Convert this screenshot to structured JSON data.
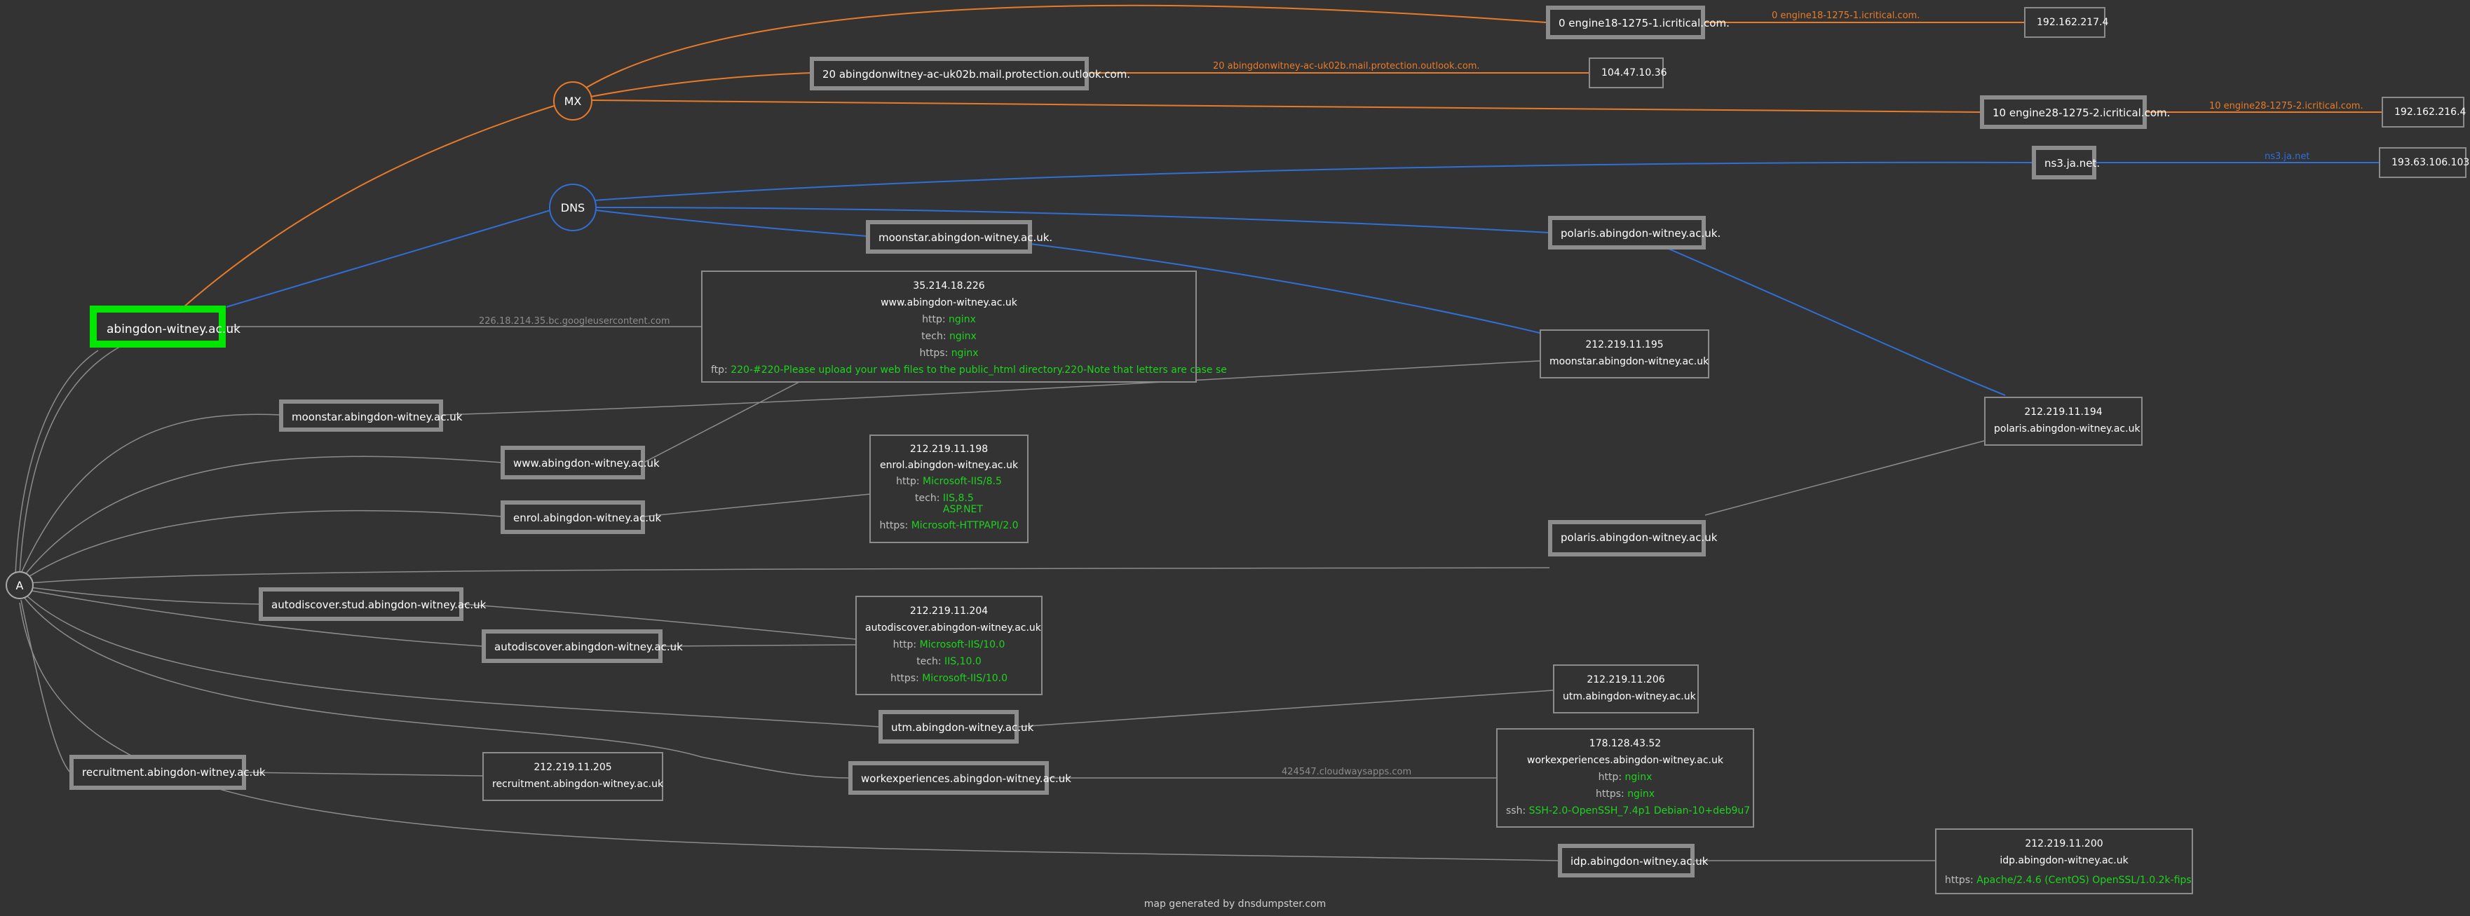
{
  "diagram": {
    "colors": {
      "background": "#333333",
      "mx_edge": "#e87b2a",
      "dns_edge": "#2f6fd6",
      "a_edge": "#8c8c8c",
      "root_border": "#00e600",
      "value_text": "#1ed31e"
    },
    "root": {
      "label": "abingdon-witney.ac.uk"
    },
    "record_types": {
      "mx": "MX",
      "dns": "DNS",
      "a": "A"
    },
    "mx_hosts": [
      {
        "label": "0 engine18-1275-1.icritical.com.",
        "ip": "192.162.217.4",
        "edge_label": "0 engine18-1275-1.icritical.com."
      },
      {
        "label": "20 abingdonwitney-ac-uk02b.mail.protection.outlook.com.",
        "ip": "104.47.10.36",
        "edge_label": "20 abingdonwitney-ac-uk02b.mail.protection.outlook.com."
      },
      {
        "label": "10 engine28-1275-2.icritical.com.",
        "ip": "192.162.216.4",
        "edge_label": "10 engine28-1275-2.icritical.com."
      }
    ],
    "dns_hosts": [
      {
        "label": "ns3.ja.net.",
        "ip": "193.63.106.103",
        "edge_label": "ns3.ja.net"
      },
      {
        "label": "moonstar.abingdon-witney.ac.uk."
      },
      {
        "label": "polaris.abingdon-witney.ac.uk."
      }
    ],
    "a_hosts": [
      {
        "label": "moonstar.abingdon-witney.ac.uk"
      },
      {
        "label": "www.abingdon-witney.ac.uk"
      },
      {
        "label": "enrol.abingdon-witney.ac.uk"
      },
      {
        "label": "polaris.abingdon-witney.ac.uk"
      },
      {
        "label": "autodiscover.stud.abingdon-witney.ac.uk"
      },
      {
        "label": "autodiscover.abingdon-witney.ac.uk"
      },
      {
        "label": "utm.abingdon-witney.ac.uk"
      },
      {
        "label": "recruitment.abingdon-witney.ac.uk"
      },
      {
        "label": "workexperiences.abingdon-witney.ac.uk"
      },
      {
        "label": "idp.abingdon-witney.ac.uk"
      }
    ],
    "root_edge_label": "226.18.214.35.bc.googleusercontent.com",
    "workexp_edge_label": "424547.cloudwaysapps.com",
    "servers": {
      "www": {
        "ip": "35.214.18.226",
        "host": "www.abingdon-witney.ac.uk",
        "rows": [
          {
            "key": "http:",
            "val": "nginx"
          },
          {
            "key": "tech:",
            "val": "nginx"
          },
          {
            "key": "https:",
            "val": "nginx"
          },
          {
            "key": "ftp:",
            "val": "220-#220-Please upload your web files to the public_html directory.220-Note that letters are case se"
          }
        ]
      },
      "moonstar": {
        "ip": "212.219.11.195",
        "host": "moonstar.abingdon-witney.ac.uk"
      },
      "polaris": {
        "ip": "212.219.11.194",
        "host": "polaris.abingdon-witney.ac.uk"
      },
      "enrol": {
        "ip": "212.219.11.198",
        "host": "enrol.abingdon-witney.ac.uk",
        "rows": [
          {
            "key": "http:",
            "val": "Microsoft-IIS/8.5"
          },
          {
            "key": "tech:",
            "val": "IIS,8.5",
            "val2": "ASP.NET"
          },
          {
            "key": "https:",
            "val": "Microsoft-HTTPAPI/2.0"
          }
        ]
      },
      "autodiscover": {
        "ip": "212.219.11.204",
        "host": "autodiscover.abingdon-witney.ac.uk",
        "rows": [
          {
            "key": "http:",
            "val": "Microsoft-IIS/10.0"
          },
          {
            "key": "tech:",
            "val": "IIS,10.0"
          },
          {
            "key": "https:",
            "val": "Microsoft-IIS/10.0"
          }
        ]
      },
      "utm": {
        "ip": "212.219.11.206",
        "host": "utm.abingdon-witney.ac.uk"
      },
      "recruitment": {
        "ip": "212.219.11.205",
        "host": "recruitment.abingdon-witney.ac.uk"
      },
      "workexp": {
        "ip": "178.128.43.52",
        "host": "workexperiences.abingdon-witney.ac.uk",
        "rows": [
          {
            "key": "http:",
            "val": "nginx"
          },
          {
            "key": "https:",
            "val": "nginx"
          },
          {
            "key": "ssh:",
            "val": "SSH-2.0-OpenSSH_7.4p1 Debian-10+deb9u7"
          }
        ]
      },
      "idp": {
        "ip": "212.219.11.200",
        "host": "idp.abingdon-witney.ac.uk",
        "rows": [
          {
            "key": "https:",
            "val": "Apache/2.4.6 (CentOS) OpenSSL/1.0.2k-fips"
          }
        ]
      }
    },
    "footer": "map generated by dnsdumpster.com"
  }
}
